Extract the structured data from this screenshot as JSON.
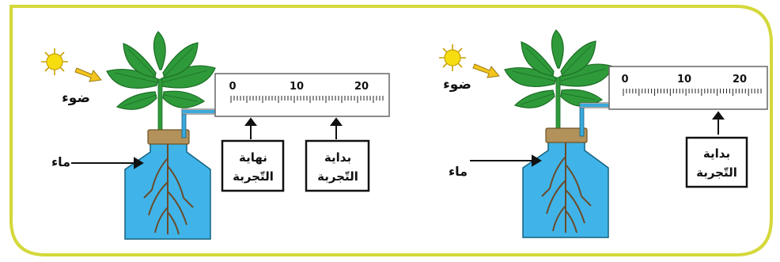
{
  "frame": {
    "border_color": "#d4d83a"
  },
  "colors": {
    "water": "#40b4e8",
    "tube_water": "#3aa9dc",
    "leaf": "#2f9a3a",
    "leaf_dark": "#1c6e25",
    "cork": "#b3915a",
    "root": "#6b4a2a",
    "sun": "#f5dd10"
  },
  "labels": {
    "light": "ضوء",
    "water": "ماء",
    "experiment_end_line1": "نهاية",
    "experiment_end_line2": "التّجربة",
    "experiment_start_line1": "بداية",
    "experiment_start_line2": "التّجربة"
  },
  "scale": {
    "ticks": [
      "0",
      "10",
      "20"
    ]
  },
  "setups": [
    {
      "id": "left",
      "water_level_value": 3,
      "description_labels": [
        "end",
        "start"
      ]
    },
    {
      "id": "right",
      "water_level_value": 17,
      "description_labels": [
        "start"
      ]
    }
  ],
  "icons": [
    "sun-icon",
    "arrow-icon",
    "plant-icon",
    "bottle-icon",
    "roots-icon"
  ]
}
